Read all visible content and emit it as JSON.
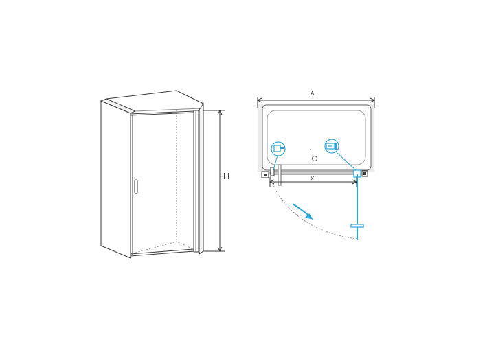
{
  "labels": {
    "height": "H",
    "width_total": "A",
    "width_entrance": "X"
  },
  "icons": {
    "left_fitting": "wall-bracket-icon",
    "right_fitting": "hinge-icon"
  },
  "colors": {
    "line": "#3a3a3a",
    "light_line": "#9a9a9a",
    "dotted": "#8a8a8a",
    "wall_fill": "#ececec",
    "glass": "#2aa6d6",
    "arrow": "#2aa6d6"
  }
}
